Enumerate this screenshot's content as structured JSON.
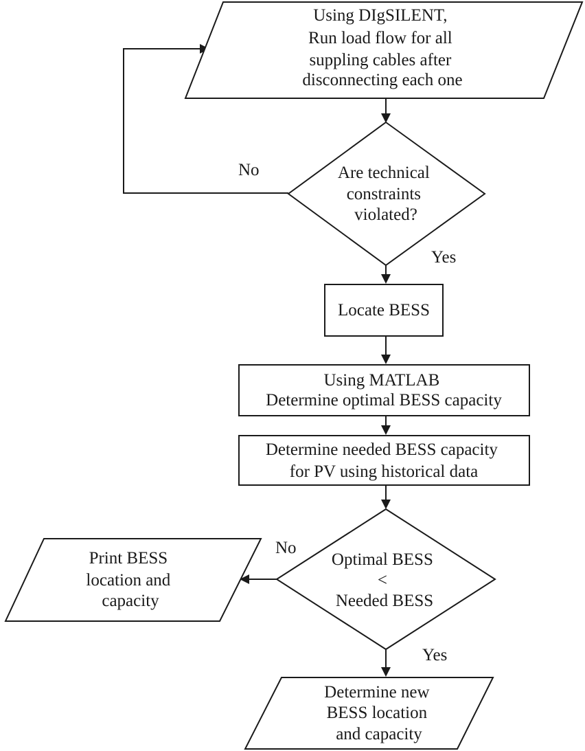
{
  "nodes": {
    "run_load_flow": {
      "lines": [
        "Using DIgSILENT,",
        "Run load flow for all",
        "suppling cables after",
        "disconnecting each one"
      ]
    },
    "constraints_decision": {
      "lines": [
        "Are technical",
        "constraints",
        "violated?"
      ]
    },
    "locate_bess": {
      "lines": [
        "Locate BESS"
      ]
    },
    "optimal_capacity": {
      "lines": [
        "Using MATLAB",
        "Determine optimal BESS capacity"
      ]
    },
    "needed_capacity": {
      "lines": [
        "Determine needed BESS capacity",
        "for PV using historical data"
      ]
    },
    "compare_decision": {
      "lines": [
        "Optimal BESS",
        "<",
        "Needed BESS"
      ]
    },
    "print_result": {
      "lines": [
        "Print BESS",
        "location and",
        "capacity"
      ]
    },
    "new_location": {
      "lines": [
        "Determine new",
        "BESS location",
        "and capacity"
      ]
    }
  },
  "edges": {
    "constraints_no": "No",
    "constraints_yes": "Yes",
    "compare_no": "No",
    "compare_yes": "Yes"
  }
}
